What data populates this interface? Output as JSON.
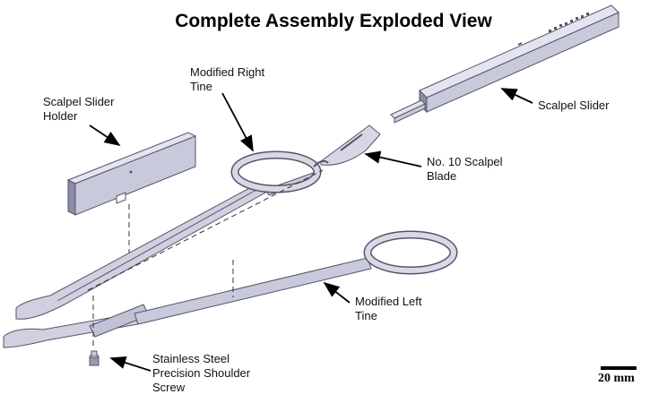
{
  "title": "Complete Assembly Exploded View",
  "labels": {
    "scalpel_slider_holder": [
      "Scalpel Slider",
      "Holder"
    ],
    "modified_right_tine": [
      "Modified Right",
      "Tine"
    ],
    "scalpel_slider": "Scalpel Slider",
    "no10_scalpel_blade": [
      "No. 10 Scalpel",
      "Blade"
    ],
    "modified_left_tine": [
      "Modified Left",
      "Tine"
    ],
    "shoulder_screw": [
      "Stainless Steel",
      "Precision Shoulder",
      "Screw"
    ]
  },
  "scale_bar": {
    "label": "20 mm"
  },
  "colors": {
    "part_fill": "#c9c9dc",
    "part_light": "#e4e4f0",
    "part_dark": "#8c8ca8",
    "outline": "#55556a"
  }
}
